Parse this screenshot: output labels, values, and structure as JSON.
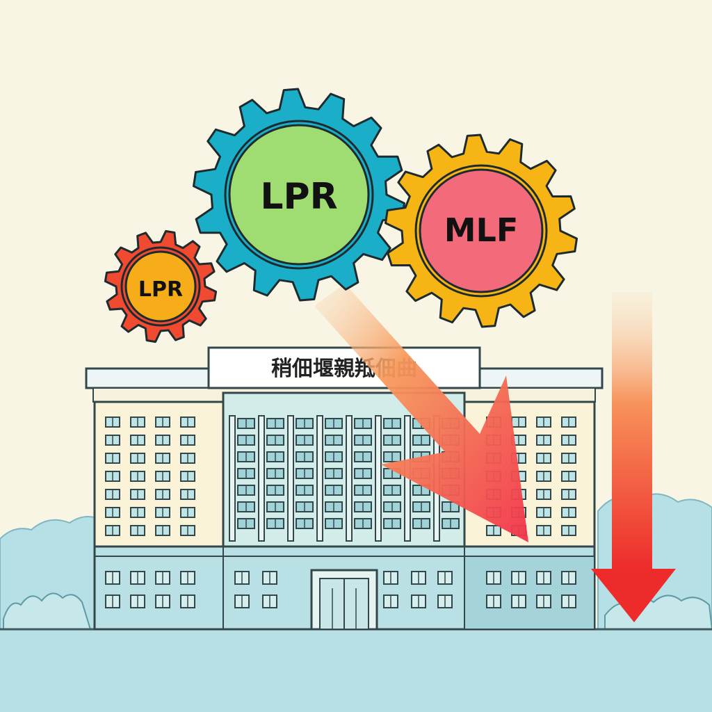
{
  "gears": [
    {
      "id": "gear-large",
      "label": "LPR",
      "ring": "#1aaec9",
      "center": "#9fdd72"
    },
    {
      "id": "gear-right",
      "label": "MLF",
      "ring": "#f7b515",
      "center": "#f36a7b"
    },
    {
      "id": "gear-small",
      "label": "LPR",
      "ring": "#f04a30",
      "center": "#f7ad1a"
    }
  ],
  "building": {
    "sign_text": "稍佃堰親羝佃曲"
  },
  "colors": {
    "sky": "#f8f5e4",
    "hills": "#b7e0e6",
    "ground": "#b8dfe3",
    "building_upper": "#fbf3d7",
    "building_lower": "#b9e0e4",
    "arrow_red": "#f2324a",
    "arrow_orange": "#f79a5c"
  }
}
